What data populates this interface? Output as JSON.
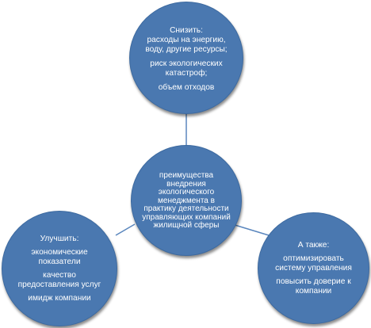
{
  "colors": {
    "node_fill": "#4a78b0",
    "node_edge": "#3d6aa0",
    "link": "#5a86bd"
  },
  "nodes": {
    "top": {
      "lines": [
        "Снизить:",
        "расходы на энергию,",
        "воду, другие ресурсы;",
        "риск экологических",
        "катастроф;",
        "объем отходов"
      ]
    },
    "center": {
      "lines": [
        "преимущества",
        "внедрения",
        "экологического",
        "менеджмента в",
        "практику деятельности",
        "управляющих компаний",
        "жилищной сферы"
      ]
    },
    "left": {
      "lines": [
        "Улучшить:",
        "экономические",
        "показатели",
        "качество",
        "предоставления услуг",
        "имидж компании"
      ]
    },
    "right": {
      "lines": [
        "А также:",
        "оптимизировать",
        "систему управления",
        "повысить доверие к",
        "компании"
      ]
    }
  }
}
